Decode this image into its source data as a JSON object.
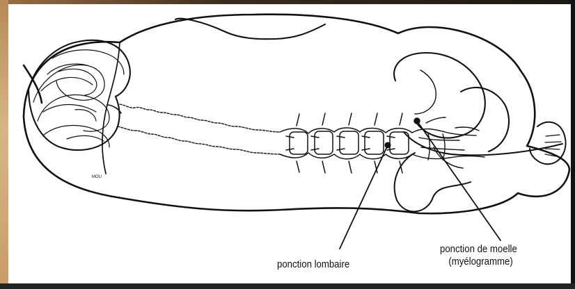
{
  "labels": {
    "lumbar_puncture": "ponction lombaire",
    "bone_marrow_puncture_line1": "ponction de moelle",
    "bone_marrow_puncture_line2": "(myélogramme)"
  },
  "artist_mark": "MOU",
  "colors": {
    "line": "#111111",
    "paper": "#ffffff",
    "frame_left": "#d8b586",
    "frame_shadow": "#111111"
  }
}
